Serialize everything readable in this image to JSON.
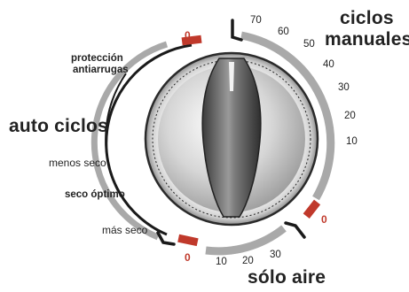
{
  "headings": {
    "manual_line1": "ciclos",
    "manual_line2": "manuales",
    "auto": "auto ciclos",
    "air": "sólo aire"
  },
  "auto_settings": {
    "wrinkle_line1": "protección",
    "wrinkle_line2": "antiarrugas",
    "less_dry": "menos seco",
    "optimal_dry": "seco óptimo",
    "more_dry": "más seco"
  },
  "manual_ticks": [
    "70",
    "60",
    "50",
    "40",
    "30",
    "20",
    "10"
  ],
  "air_ticks": [
    "10",
    "20",
    "30"
  ],
  "off_label": "0",
  "colors": {
    "track": "#a9a9a9",
    "off_marker": "#c0392b",
    "outline": "#1a1a1a",
    "knob_face": "#c8c8c8",
    "grip": "#5a5a5a"
  },
  "icons": [
    "dial-knob-icon",
    "knob-grip-icon",
    "pointer-notch-icon"
  ]
}
